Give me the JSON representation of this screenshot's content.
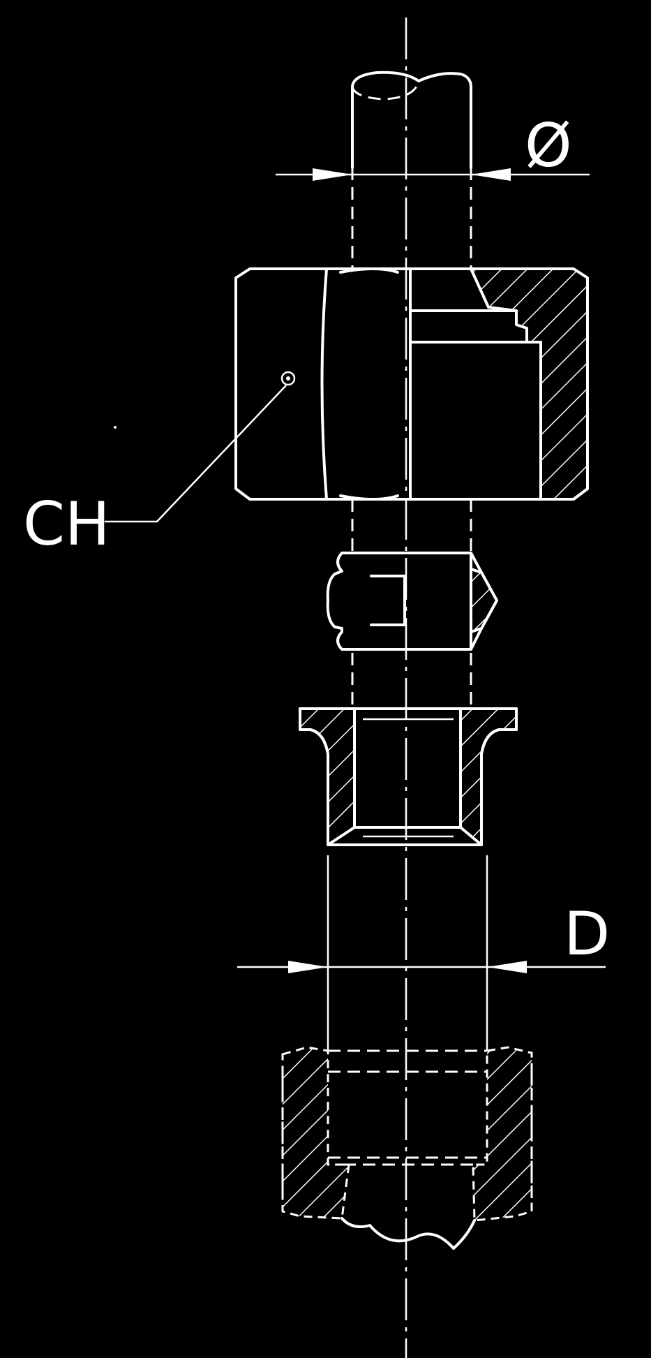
{
  "labels": {
    "wrench_size": "CH",
    "tube_diameter": "Ø",
    "thread_diameter": "D"
  },
  "colors": {
    "background": "#000000",
    "lines": "#ffffff"
  }
}
